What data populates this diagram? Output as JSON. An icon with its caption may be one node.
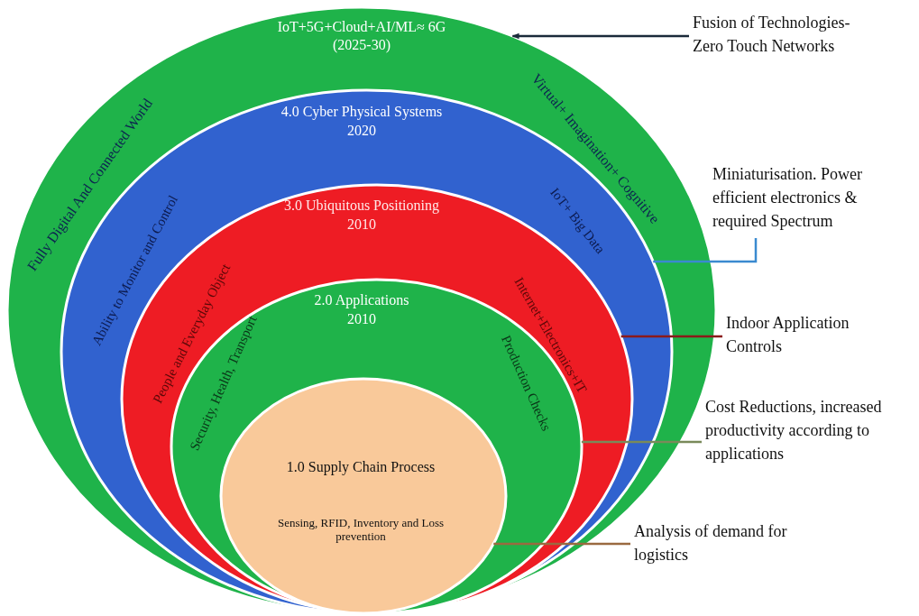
{
  "diagram": {
    "nodes": [
      {
        "text": [
          "IoT+5G+Cloud+AI/ML≈ 6G",
          "(2025-30)",
          "Fully Digital And Connected World",
          "Virtual+ Imagination+ Cognitive"
        ]
      },
      {
        "text": [
          "4.0 Cyber Physical Systems",
          "2020",
          "Ability to Monitor and Control",
          "IoT+ Big Data"
        ],
        "in": 0
      },
      {
        "text": [
          "3.0 Ubiquitous Positioning",
          "2010",
          "People and Everyday Object",
          "Internet+Electronics+IT"
        ],
        "in": 1
      },
      {
        "text": [
          "2.0 Applications",
          "2010",
          "Security, Health, Transport",
          "Production Checks"
        ],
        "in": 2
      },
      {
        "text": [
          "1.0 Supply Chain Process",
          "Sensing, RFID, Inventory and Loss prevention"
        ],
        "in": 3
      },
      {
        "text": [
          "Fusion of Technologies- Zero Touch Networks"
        ]
      },
      {
        "text": [
          "Miniaturisation. Power efficient electronics & required Spectrum"
        ]
      },
      {
        "text": [
          "Indoor Application Controls"
        ]
      },
      {
        "text": [
          "Cost Reductions, increased productivity according to applications"
        ]
      },
      {
        "text": [
          "Analysis of demand for logistics"
        ]
      }
    ],
    "edges": [
      {
        "from": 5,
        "to": 0,
        "arrow": "to",
        "color": "#1a2a3a"
      },
      {
        "from": 6,
        "to": 1,
        "arrow": "none",
        "color": "#3a8ad0"
      },
      {
        "from": 7,
        "to": 2,
        "arrow": "none",
        "color": "#8b1a1a"
      },
      {
        "from": 8,
        "to": 3,
        "arrow": "none",
        "color": "#7a8a5a"
      },
      {
        "from": 9,
        "to": 4,
        "arrow": "none",
        "color": "#9a6a40"
      }
    ]
  }
}
